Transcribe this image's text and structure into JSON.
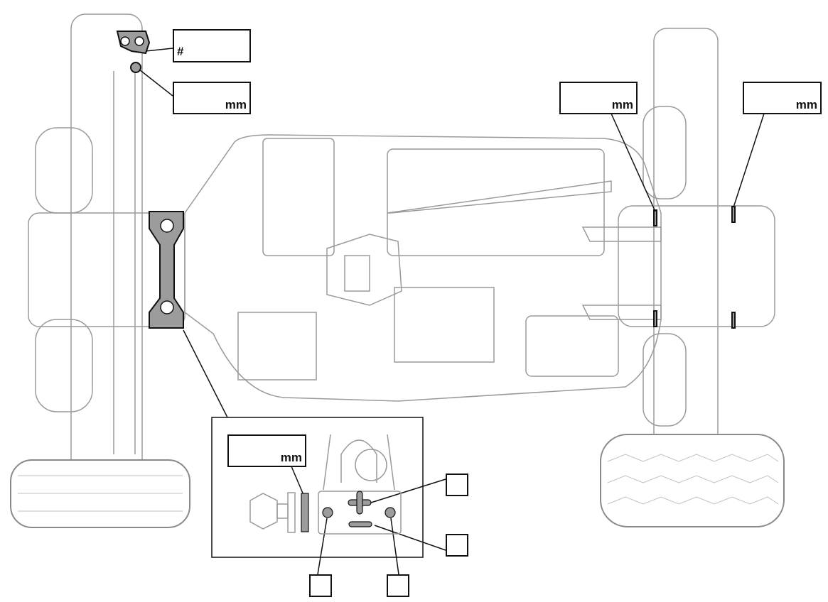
{
  "labels": {
    "front_arm_mount": {
      "unit": "#"
    },
    "front_spacer": {
      "unit": "mm"
    },
    "rear_left_spacer": {
      "unit": "mm"
    },
    "rear_right_spacer": {
      "unit": "mm"
    },
    "ballstud_spacer": {
      "unit": "mm"
    }
  },
  "inset": {
    "plus_symbol": "+",
    "minus_symbol": "−"
  },
  "colors": {
    "line": "#111111",
    "part": "#8a8a8a",
    "highlight": "#9c9c9c",
    "chassis": "#bdbdbd"
  }
}
